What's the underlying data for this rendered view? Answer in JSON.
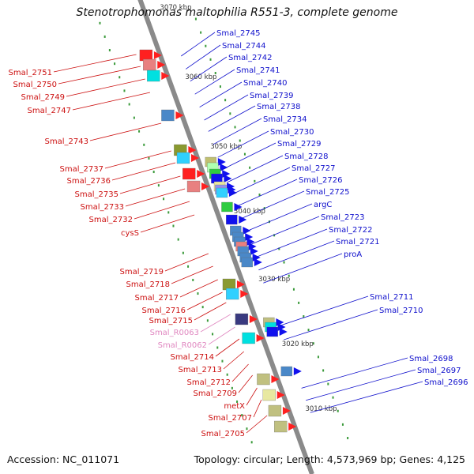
{
  "title": "Stenotrophomonas maltophilia R551-3, complete genome",
  "footer": {
    "accession": "Accession: NC_011071",
    "topology": "Topology: circular; Length: 4,573,969 bp; Genes: 4,125"
  },
  "colors": {
    "backbone": "#8a8a8a",
    "forward_label": "#1010cc",
    "reverse_label": "#cc1010",
    "rna_label": "#e087c0",
    "tick": "#3a9a3a"
  },
  "scale_labels": [
    "3070 kbp",
    "3060 kbp",
    "3050 kbp",
    "3040 kbp",
    "3030 kbp",
    "3020 kbp",
    "3010 kbp"
  ],
  "right_labels": [
    "Smal_2745",
    "Smal_2744",
    "Smal_2742",
    "Smal_2741",
    "Smal_2740",
    "Smal_2739",
    "Smal_2738",
    "Smal_2734",
    "Smal_2730",
    "Smal_2729",
    "Smal_2728",
    "Smal_2727",
    "Smal_2726",
    "Smal_2725",
    "argC",
    "Smal_2723",
    "Smal_2722",
    "Smal_2721",
    "proA",
    "Smal_2711",
    "Smal_2710",
    "Smal_2698",
    "Smal_2697",
    "Smal_2696"
  ],
  "left_labels": [
    "Smal_2751",
    "Smal_2750",
    "Smal_2749",
    "Smal_2747",
    "Smal_2743",
    "Smal_2737",
    "Smal_2736",
    "Smal_2735",
    "Smal_2733",
    "Smal_2732",
    "cysS",
    "Smal_2719",
    "Smal_2718",
    "Smal_2717",
    "Smal_2716",
    "Smal_2715",
    "Smal_R0063",
    "Smal_R0062",
    "Smal_2714",
    "Smal_2713",
    "Smal_2712",
    "Smal_2709",
    "metX",
    "Smal_2707",
    "Smal_2705"
  ]
}
